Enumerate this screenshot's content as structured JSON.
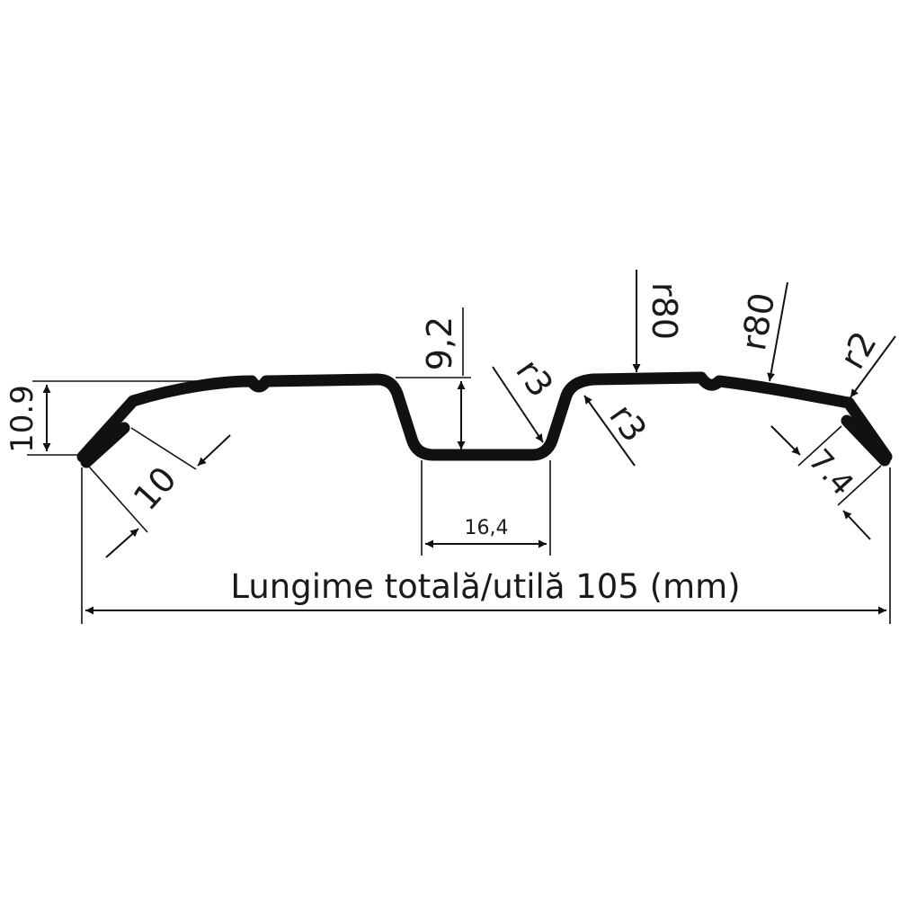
{
  "labels": {
    "total_length": "Lungime totală/utilă 105 (mm)",
    "height_left": "10.9",
    "lip_left": "10",
    "rib_depth": "9,2",
    "rib_width": "16,4",
    "radius_rib_left": "r3",
    "radius_rib_right": "r3",
    "radius_top": "r80",
    "radius_slope": "r80",
    "radius_edge": "r2",
    "lip_right": "7.4"
  },
  "colors": {
    "line": "#111111",
    "text": "#1a1a1a",
    "background": "#ffffff"
  }
}
